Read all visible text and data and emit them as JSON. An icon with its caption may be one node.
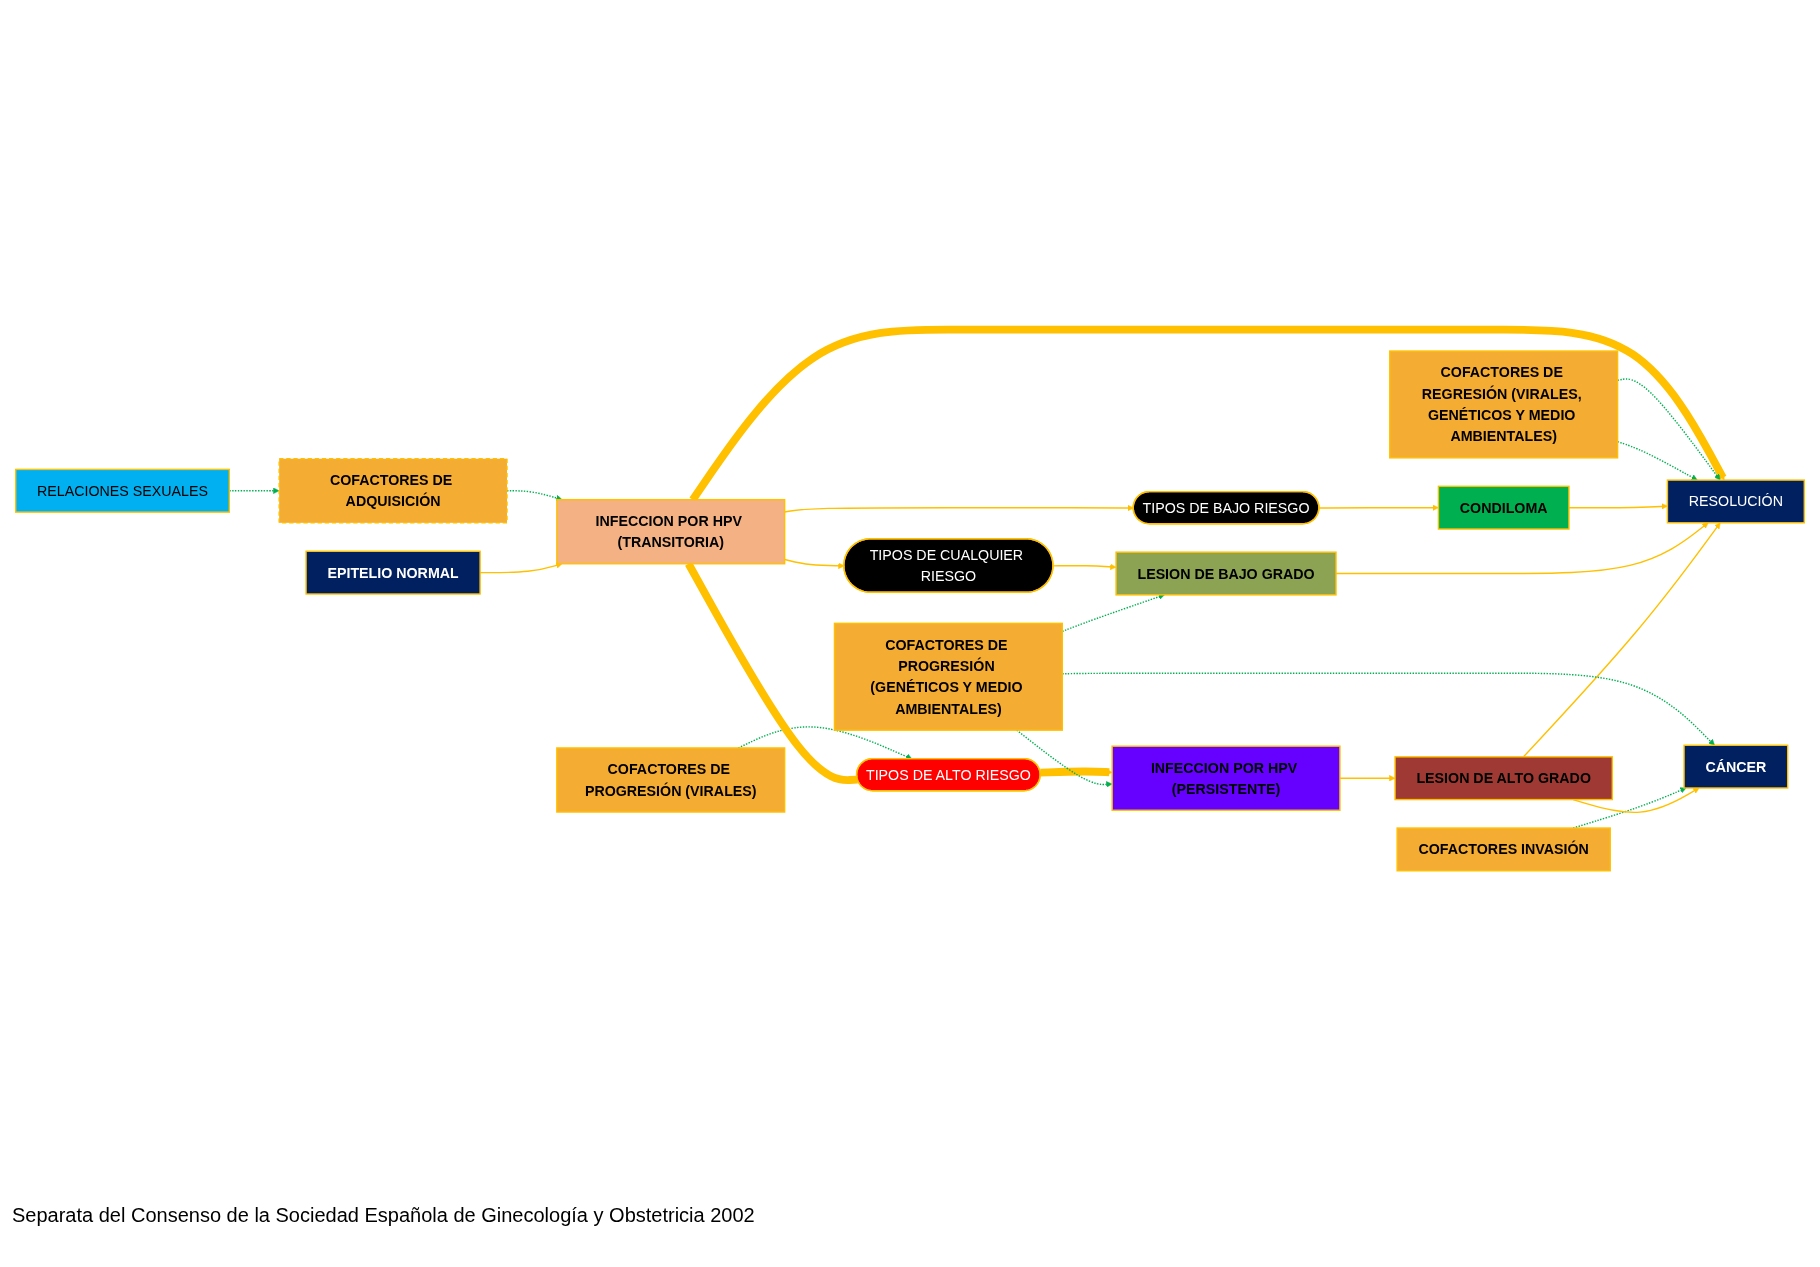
{
  "diagram": {
    "caption": "Separata del Consenso de la Sociedad Española de Ginecología y Obstetricia 2002",
    "nodes": [
      {
        "text": [
          "RELACIONES SEXUALES"
        ]
      },
      {
        "text": [
          "COFACTORES DE ADQUISICIÓN"
        ]
      },
      {
        "text": [
          "COFACTORES DE REGRESIÓN (VIRALES, GENÉTICOS Y MEDIO AMBIENTALES)"
        ]
      },
      {
        "text": [
          "RESOLUCIÓN"
        ]
      },
      {
        "text": [
          "EPITELIO NORMAL"
        ]
      },
      {
        "text": [
          "INFECCION POR HPV (TRANSITORIA)"
        ]
      },
      {
        "text": [
          "TIPOS DE BAJO RIESGO"
        ]
      },
      {
        "text": [
          "CONDILOMA"
        ]
      },
      {
        "text": [
          "TIPOS DE CUALQUIER RIESGO"
        ]
      },
      {
        "text": [
          "LESION DE BAJO GRADO"
        ]
      },
      {
        "text": [
          "COFACTORES DE PROGRESIÓN (VIRALES)"
        ]
      },
      {
        "text": [
          "TIPOS DE ALTO RIESGO"
        ]
      },
      {
        "text": [
          "INFECCION POR HPV (PERSISTENTE)"
        ]
      },
      {
        "text": [
          "LESION DE ALTO GRADO"
        ]
      },
      {
        "text": [
          "COFACTORES DE PROGRESIÓN (GENÉTICOS Y MEDIO AMBIENTALES)"
        ]
      },
      {
        "text": [
          "COFACTORES INVASIÓN"
        ]
      },
      {
        "text": [
          "CÁNCER"
        ]
      }
    ],
    "edges": [
      {
        "from": 0,
        "to": 1,
        "arrow": "to",
        "style": "dashed",
        "color": "#00b050"
      },
      {
        "from": 1,
        "to": 5,
        "arrow": "to",
        "style": "dashed",
        "color": "#00b050"
      },
      {
        "from": 4,
        "to": 5,
        "arrow": "to"
      },
      {
        "from": 5,
        "to": 3,
        "arrow": "to",
        "style": "thick"
      },
      {
        "from": 2,
        "to": 3,
        "arrow": "to",
        "style": "dashed",
        "color": "#00b050"
      },
      {
        "from": 2,
        "to": 3,
        "arrow": "to",
        "style": "dashed",
        "color": "#00b050"
      },
      {
        "from": 5,
        "to": 6,
        "arrow": "to"
      },
      {
        "from": 5,
        "to": 8,
        "arrow": "to"
      },
      {
        "from": 6,
        "to": 7,
        "arrow": "to"
      },
      {
        "from": 8,
        "to": 9,
        "arrow": "to"
      },
      {
        "from": 7,
        "to": 3,
        "arrow": "to"
      },
      {
        "from": 9,
        "to": 3,
        "arrow": "to"
      },
      {
        "from": 13,
        "to": 3,
        "arrow": "to"
      },
      {
        "from": 10,
        "to": 11,
        "arrow": "to",
        "style": "dashed",
        "color": "#00b050"
      },
      {
        "from": 5,
        "to": 11,
        "arrow": "none",
        "style": "thick"
      },
      {
        "from": 11,
        "to": 12,
        "arrow": "to",
        "style": "thick"
      },
      {
        "from": 12,
        "to": 13,
        "arrow": "to"
      },
      {
        "from": 14,
        "to": 12,
        "arrow": "to",
        "style": "dashed",
        "color": "#00b050"
      },
      {
        "from": 14,
        "to": 9,
        "arrow": "to",
        "style": "dashed",
        "color": "#00b050"
      },
      {
        "from": 14,
        "to": 16,
        "arrow": "to",
        "style": "dashed",
        "color": "#00b050"
      },
      {
        "from": 15,
        "to": 16,
        "arrow": "to",
        "style": "dashed",
        "color": "#00b050"
      },
      {
        "from": 13,
        "to": 16,
        "arrow": "to"
      }
    ]
  }
}
